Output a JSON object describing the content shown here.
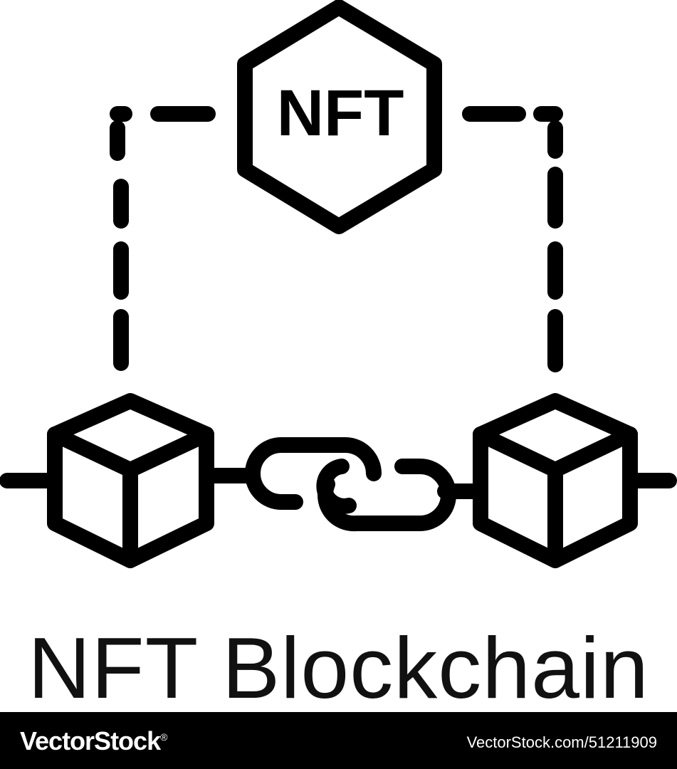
{
  "illustration": {
    "badge_text": "NFT",
    "caption": "NFT Blockchain",
    "stroke_color": "#000000"
  },
  "footer": {
    "brand": "VectorStock",
    "registered_mark": "®",
    "image_ref": "VectorStock.com/51211909"
  }
}
